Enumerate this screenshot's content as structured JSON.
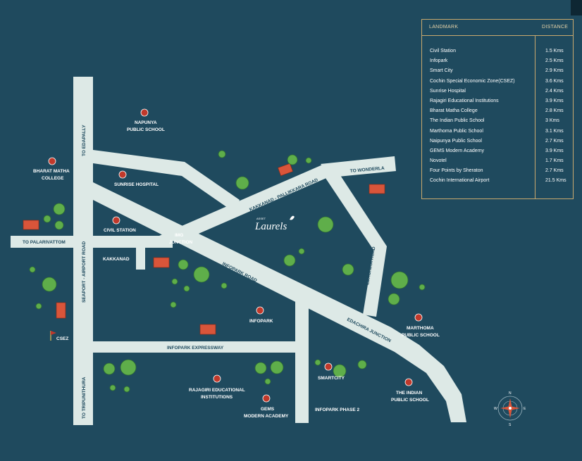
{
  "legend": {
    "header_landmark": "LANDMARK",
    "header_distance": "DISTANCE",
    "rows": [
      {
        "name": "Civil Station",
        "distance": "1.5 Kms"
      },
      {
        "name": "Infopark",
        "distance": "2.5 Kms"
      },
      {
        "name": "Smart City",
        "distance": "2.9 Kms"
      },
      {
        "name": "Cochin Special Economic Zone(CSEZ)",
        "distance": "3.6 Kms"
      },
      {
        "name": "Sunrise Hospital",
        "distance": "2.4 Kms"
      },
      {
        "name": "Rajagiri Educational Institutions",
        "distance": "3.9 Kms"
      },
      {
        "name": "Bharat Matha College",
        "distance": "2.8 Kms"
      },
      {
        "name": "The Indian Public School",
        "distance": "3 Kms"
      },
      {
        "name": "Marthoma Public School",
        "distance": "3.1 Kms"
      },
      {
        "name": "Naipunya Public School",
        "distance": "2.7 Kms"
      },
      {
        "name": "GEMS Modern Academy",
        "distance": "3.9 Kms"
      },
      {
        "name": "Novotel",
        "distance": "1.7 Kms"
      },
      {
        "name": "Four Points by Sheraton",
        "distance": "2.7 Kms"
      },
      {
        "name": "Cochin International Airport",
        "distance": "21.5 Kms"
      }
    ]
  },
  "roads": {
    "to_edapally": "TO EDAPALLY",
    "seaport_airport": "SEAPORT - AIRPORT ROAD",
    "to_tripunithura": "TO TRIPUNITHURA",
    "to_palarivattom": "TO PALARIVATTOM",
    "kakkanad_pallikkara": "KAKKANAD - PALLIKKARA ROAD",
    "to_wonderla": "TO WONDERLA",
    "infopark_road": "INFOPARK ROAD",
    "edachira_road": "EDACHIRA ROAD",
    "edachira_junction": "EDACHIRA JUNCTION",
    "infopark_expressway": "INFOPARK EXPRESSWAY",
    "infopark_phase2": "INFOPARK PHASE 2"
  },
  "places": {
    "napunya_1": "NAPUNYA",
    "napunya_2": "PUBLIC SCHOOL",
    "bharat_1": "BHARAT MATHA",
    "bharat_2": "COLLEGE",
    "sunrise": "SUNRISE HOSPITAL",
    "civil_station": "CIVIL STATION",
    "img_1": "IMG",
    "img_2": "JUNCTION",
    "kakkanad": "KAKKANAD",
    "infopark": "INFOPARK",
    "csez": "CSEZ",
    "marthoma_1": "MARTHOMA",
    "marthoma_2": "PUBLIC SCHOOL",
    "smartcity": "SMARTCITY",
    "indian_1": "THE INDIAN",
    "indian_2": "PUBLIC SCHOOL",
    "rajagiri_1": "RAJAGIRI EDUCATIONAL",
    "rajagiri_2": "INSTITUTIONS",
    "gems_1": "GEMS",
    "gems_2": "MODERN ACADEMY"
  },
  "project": {
    "logo_small": "ASSET",
    "logo_main": "Laurels"
  },
  "compass": {
    "n": "N",
    "s": "S",
    "e": "E",
    "w": "W"
  },
  "colors": {
    "background": "#1f4a5e",
    "road": "#dde9e6",
    "pin": "#c0392b",
    "building": "#d9553a",
    "tree": "#5fae4a",
    "legend_border": "#c9a96e"
  }
}
